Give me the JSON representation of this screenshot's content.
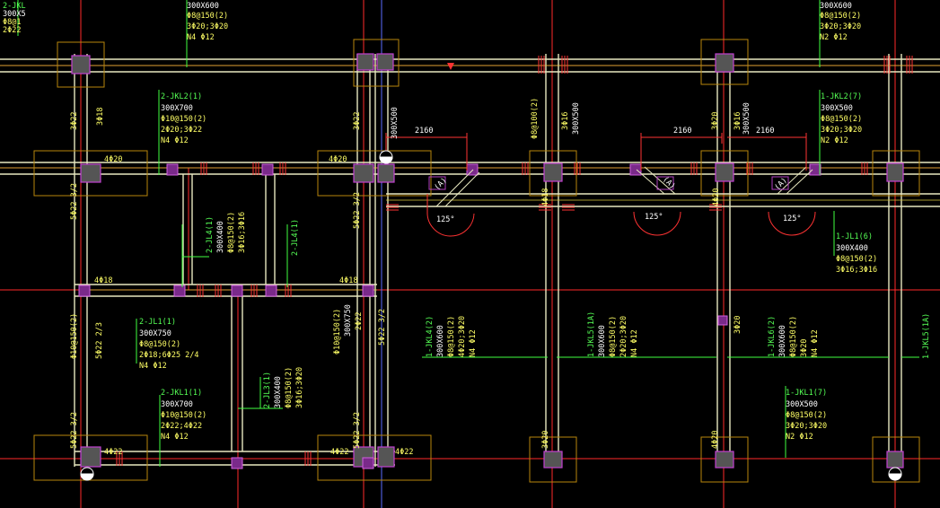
{
  "colors": {
    "background": "#000000",
    "beam": "#e8e8c0",
    "beam_inner": "#d8c83a",
    "axis_red": "#ff2a2a",
    "axis_blue": "#5a6cff",
    "column_fill": "#555555",
    "column_border": "#b8860b",
    "hatch": "#b040c0",
    "leader_green": "#40ff40",
    "text_yellow": "#ffff66",
    "text_white": "#ffffff",
    "text_green": "#55ff55",
    "door_red": "#ff3333"
  },
  "dimensions": [
    {
      "id": "dim1",
      "text": "2160"
    },
    {
      "id": "dim2",
      "text": "2160"
    },
    {
      "id": "dim3",
      "text": "2160"
    }
  ],
  "doors": [
    {
      "id": "door1",
      "tag": "(A)",
      "angle": "125°"
    },
    {
      "id": "door2",
      "tag": "(A)",
      "angle": "125°"
    },
    {
      "id": "door3",
      "tag": "(A)",
      "angle": "125°"
    }
  ],
  "notes": [
    {
      "id": "n_top_left",
      "lines": [
        "2-JKL",
        "300X5",
        "Φ8@1",
        "2Φ22"
      ]
    },
    {
      "id": "n_top_mid",
      "lines": [
        "300X600",
        "Φ8@150(2)",
        "3Φ20;3Φ20",
        "N4 Φ12"
      ]
    },
    {
      "id": "n_top_right",
      "lines": [
        "300X600",
        "Φ8@150(2)",
        "3Φ20;3Φ20",
        "N2 Φ12"
      ]
    },
    {
      "id": "n_jkl2_1",
      "label": "2-JKL2(1)",
      "lines": [
        "300X700",
        "Φ10@150(2)",
        "2Φ20;3Φ22",
        "N4 Φ12"
      ]
    },
    {
      "id": "n_1jkl2_7",
      "label": "1-JKL2(7)",
      "lines": [
        "300X500",
        "Φ8@150(2)",
        "3Φ20;3Φ20",
        "N2 Φ12"
      ]
    },
    {
      "id": "n_jl4_1",
      "label": "2-JL4(1)",
      "lines": [
        "300X400",
        "Φ8@150(2)",
        "3Φ16;3Φ16"
      ]
    },
    {
      "id": "n_jl4_1b",
      "label": "2-JL4(1)"
    },
    {
      "id": "n_1jl1_6",
      "label": "1-JL1(6)",
      "lines": [
        "300X400",
        "Φ8@150(2)",
        "3Φ16;3Φ16"
      ]
    },
    {
      "id": "n_jl1_1",
      "label": "2-JL1(1)",
      "lines": [
        "300X750",
        "Φ8@150(2)",
        "2Φ18;6Φ25 2/4",
        "N4 Φ12"
      ]
    },
    {
      "id": "n_jkl1_1",
      "label": "2-JKL1(1)",
      "lines": [
        "300X700",
        "Φ10@150(2)",
        "2Φ22;4Φ22",
        "N4 Φ12"
      ]
    },
    {
      "id": "n_jl3_1",
      "label": "2-JL3(1)",
      "lines": [
        "300X400",
        "Φ8@150(2)",
        "3Φ16;3Φ20"
      ]
    },
    {
      "id": "n_1jkl1_7",
      "label": "1-JKL1(7)",
      "lines": [
        "300X500",
        "Φ8@150(2)",
        "3Φ20;3Φ20",
        "N2 Φ12"
      ]
    }
  ],
  "vnotes": [
    {
      "id": "v_jkl4_2",
      "label": "1-JKL4(2)",
      "lines": [
        "300X600",
        "Φ8@150(2)",
        "4Φ20;3Φ20",
        "N4 Φ12"
      ]
    },
    {
      "id": "v_jkl5_1a",
      "label": "1-JKL5(1A)",
      "lines": [
        "300X600",
        "Φ8@150(2)",
        "2Φ20;3Φ20",
        "N4 Φ12"
      ]
    },
    {
      "id": "v_jkl6_2",
      "label": "1-JKL6(2)",
      "lines": [
        "300X600",
        "Φ8@150(2)",
        "3Φ20",
        "N4 Φ12"
      ]
    },
    {
      "id": "v_jkl5_1a_r",
      "label": "1-JKL5(1A)"
    },
    {
      "id": "v_mid_l",
      "lines": [
        "Φ10@150(2)",
        "300X750",
        "2Φ22"
      ]
    }
  ],
  "small_labels": [
    {
      "id": "s1",
      "text": "4Φ20"
    },
    {
      "id": "s2",
      "text": "4Φ20"
    },
    {
      "id": "s3",
      "text": "4Φ18"
    },
    {
      "id": "s4",
      "text": "4Φ18"
    },
    {
      "id": "s5",
      "text": "4Φ22"
    },
    {
      "id": "s6",
      "text": "4Φ22"
    },
    {
      "id": "s7",
      "text": "4Φ22"
    },
    {
      "id": "s8",
      "text": "300X500"
    },
    {
      "id": "s9",
      "text": "300X500"
    },
    {
      "id": "s10",
      "text": "300X500"
    }
  ],
  "vlabels": [
    {
      "id": "vl1",
      "text": "3Φ22"
    },
    {
      "id": "vl2",
      "text": "3Φ18"
    },
    {
      "id": "vl3",
      "text": "3Φ22"
    },
    {
      "id": "vl4",
      "text": "5Φ22 3/2"
    },
    {
      "id": "vl5",
      "text": "5Φ22 3/2"
    },
    {
      "id": "vl6",
      "text": "5Φ22 2/3"
    },
    {
      "id": "vl7",
      "text": "5Φ22 3/2"
    },
    {
      "id": "vl8",
      "text": "5Φ22 3/2"
    },
    {
      "id": "vl9",
      "text": "Φ10@150(2)"
    },
    {
      "id": "vl10",
      "text": "Φ8@100(2)"
    },
    {
      "id": "vl11",
      "text": "3Φ16"
    },
    {
      "id": "vl12",
      "text": "3Φ20"
    },
    {
      "id": "vl13",
      "text": "3Φ16"
    },
    {
      "id": "vl14",
      "text": "4Φ18"
    },
    {
      "id": "vl15",
      "text": "4Φ20"
    },
    {
      "id": "vl16",
      "text": "3Φ20"
    },
    {
      "id": "vl17",
      "text": "3Φ20"
    },
    {
      "id": "vl18",
      "text": "4Φ20"
    },
    {
      "id": "vl19",
      "text": "5Φ22 3/2"
    }
  ]
}
